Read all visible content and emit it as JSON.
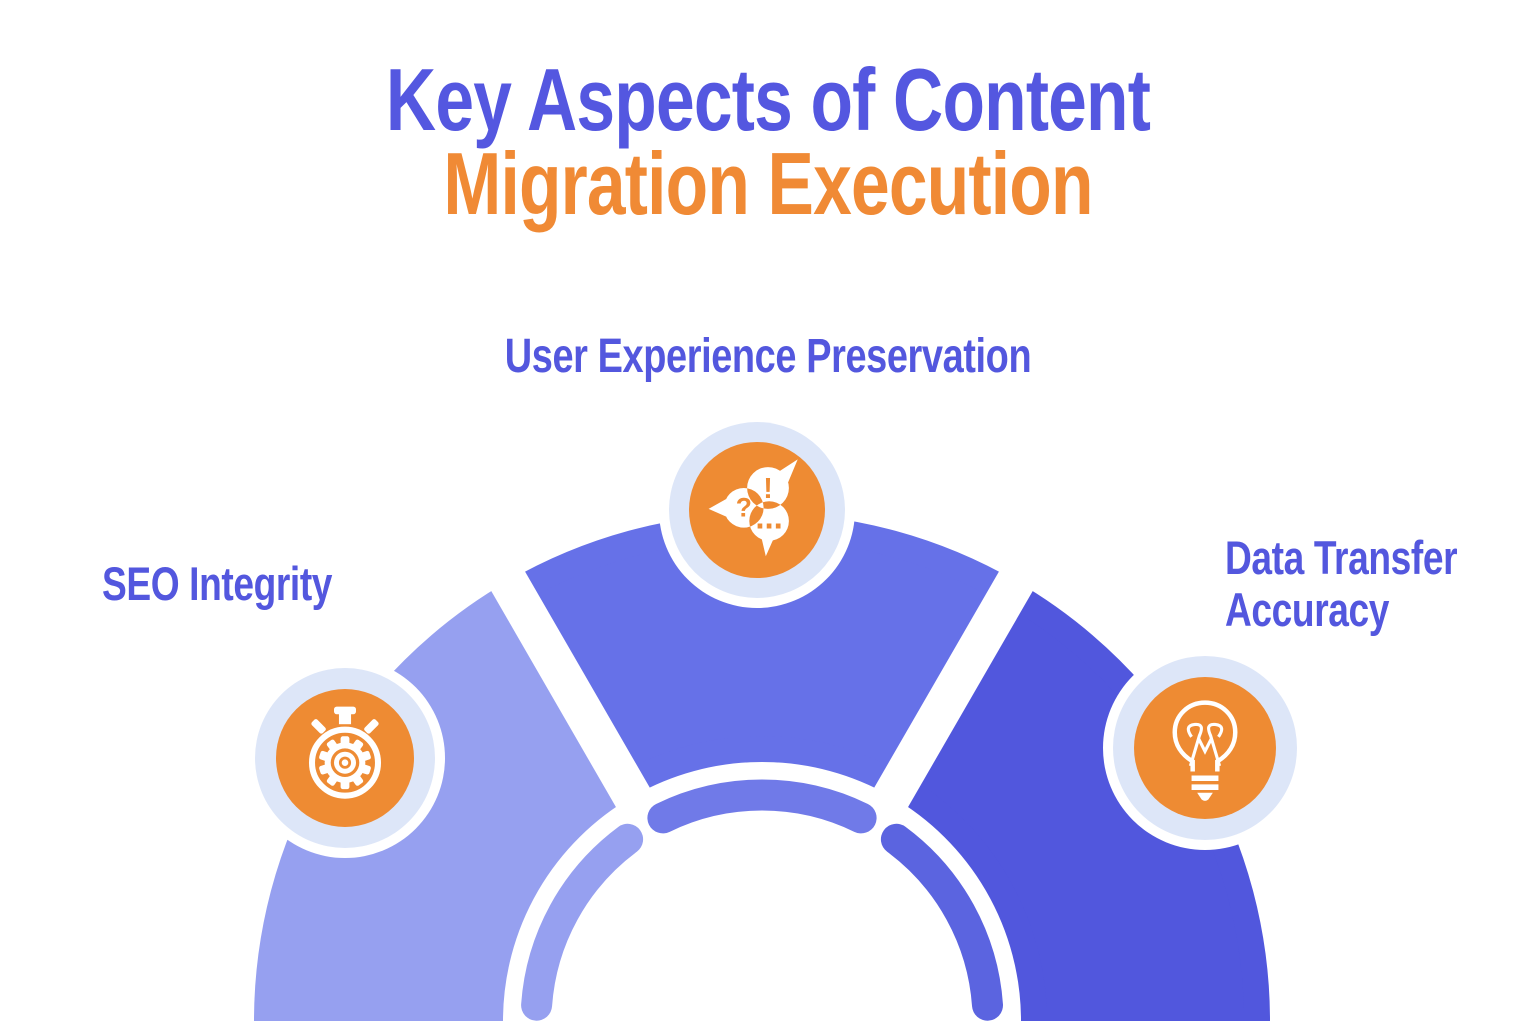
{
  "title": {
    "line1": "Key Aspects of Content",
    "line2": "Migration Execution"
  },
  "labels": {
    "top": "User Experience Preservation",
    "left": "SEO Integrity",
    "right_line1": "Data Transfer",
    "right_line2": "Accuracy"
  },
  "icons": {
    "left": {
      "name": "stopwatch-gear-icon"
    },
    "top": {
      "name": "speech-bubbles-icon",
      "glyphs": {
        "exclamation": "!",
        "question": "?",
        "ellipsis": "..."
      }
    },
    "right": {
      "name": "lightbulb-icon"
    }
  },
  "colors": {
    "background": "#ffffff",
    "title_blue": "#5457e0",
    "title_orange": "#f08a35",
    "label_blue": "#5357de",
    "segment_left": "#96a0f0",
    "segment_center": "#6671e8",
    "segment_right": "#5157dd",
    "inner_arc_left": "#96a0f0",
    "inner_arc_center": "#707ae8",
    "inner_arc_right": "#5b64e0",
    "icon_ring": "#dde6f8",
    "icon_orange": "#ee8b33",
    "icon_glyph": "#ffffff"
  }
}
